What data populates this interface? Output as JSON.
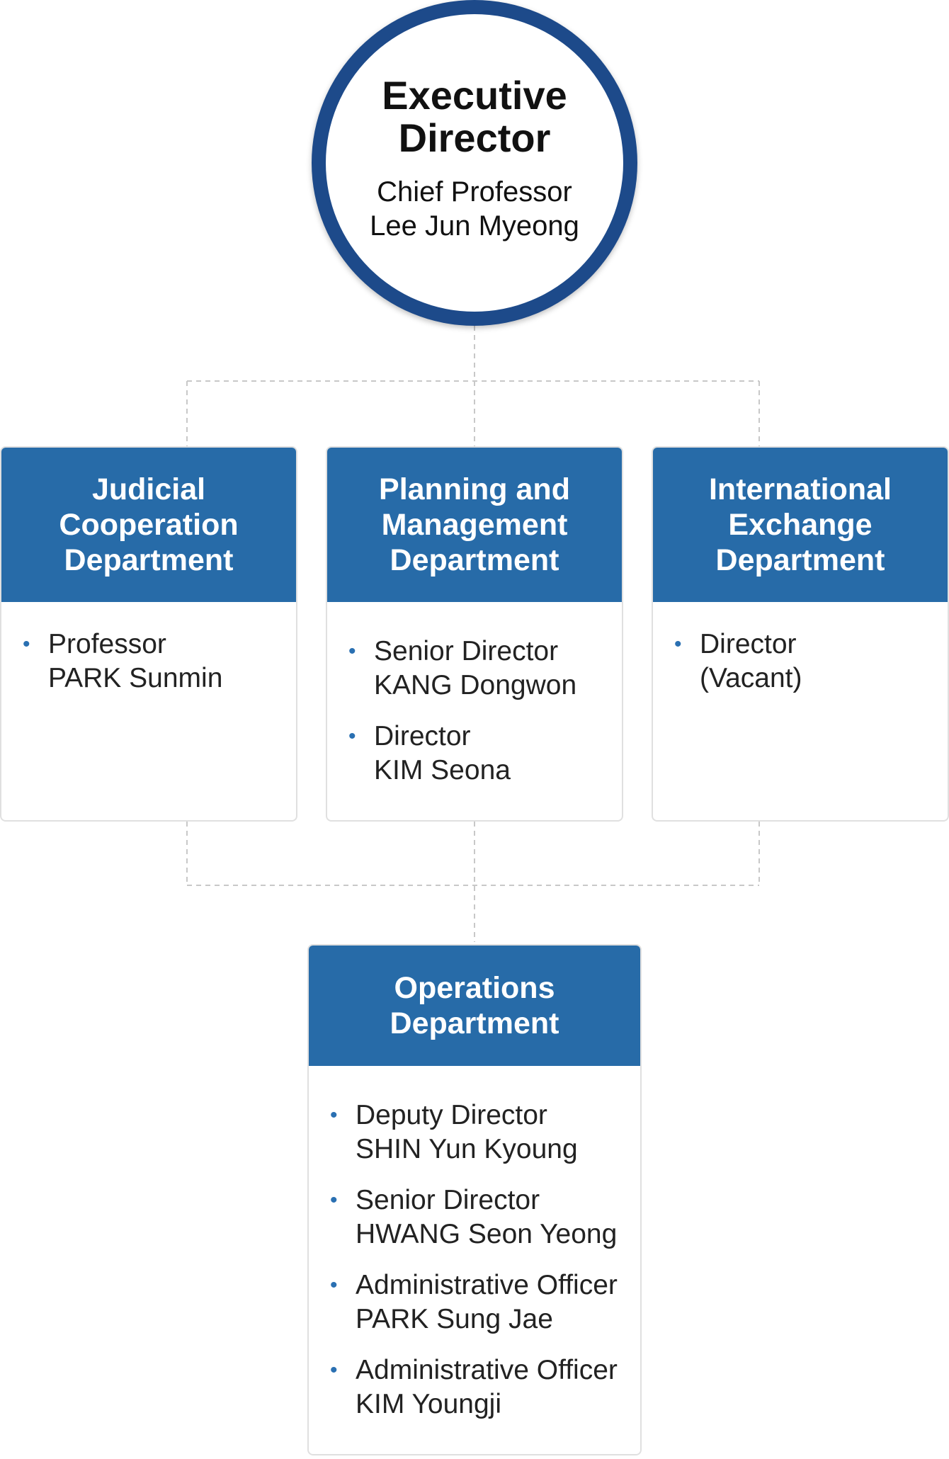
{
  "executive": {
    "title": "Executive Director",
    "role": "Chief Professor",
    "name": "Lee Jun Myeong"
  },
  "departments": [
    {
      "name": "Judicial Cooperation Department",
      "members": [
        {
          "role": "Professor",
          "name": "PARK Sunmin"
        }
      ]
    },
    {
      "name": "Planning and Management Department",
      "members": [
        {
          "role": "Senior Director",
          "name": "KANG Dongwon"
        },
        {
          "role": "Director",
          "name": "KIM Seona"
        }
      ]
    },
    {
      "name": "International Exchange Department",
      "members": [
        {
          "role": "Director",
          "name": "(Vacant)"
        }
      ]
    },
    {
      "name": "Operations Department",
      "members": [
        {
          "role": "Deputy Director",
          "name": "SHIN Yun Kyoung"
        },
        {
          "role": "Senior Director",
          "name": "HWANG Seon Yeong"
        },
        {
          "role": "Administrative Officer",
          "name": "PARK Sung Jae"
        },
        {
          "role": "Administrative Officer",
          "name": "KIM Youngji"
        }
      ]
    }
  ],
  "colors": {
    "header_blue": "#276ba8",
    "circle_border": "#1d4a8a",
    "bullet": "#2a70b2",
    "connector": "#cccccc"
  },
  "icons": {
    "member_bullet": "bullet-icon"
  }
}
